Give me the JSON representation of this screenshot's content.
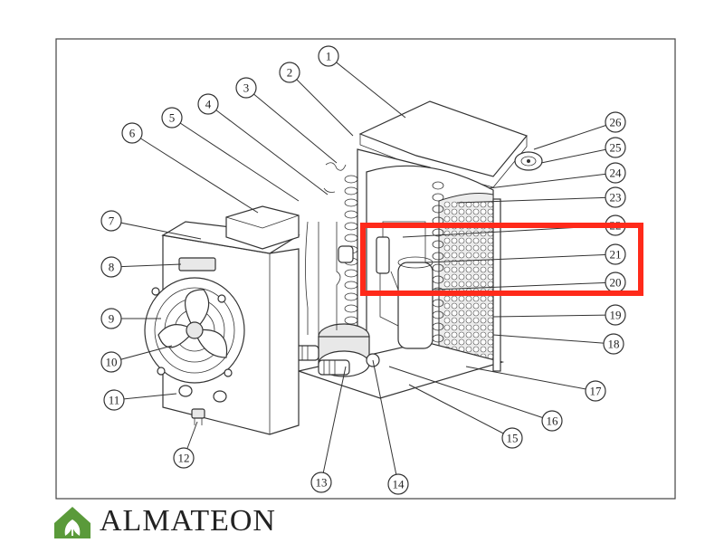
{
  "callouts": [
    {
      "label": "1"
    },
    {
      "label": "2"
    },
    {
      "label": "3"
    },
    {
      "label": "4"
    },
    {
      "label": "5"
    },
    {
      "label": "6"
    },
    {
      "label": "7"
    },
    {
      "label": "8"
    },
    {
      "label": "9"
    },
    {
      "label": "10"
    },
    {
      "label": "11"
    },
    {
      "label": "12"
    },
    {
      "label": "13"
    },
    {
      "label": "14"
    },
    {
      "label": "15"
    },
    {
      "label": "16"
    },
    {
      "label": "17"
    },
    {
      "label": "18"
    },
    {
      "label": "19"
    },
    {
      "label": "20"
    },
    {
      "label": "21"
    },
    {
      "label": "22"
    },
    {
      "label": "23"
    },
    {
      "label": "24"
    },
    {
      "label": "25"
    },
    {
      "label": "26"
    }
  ],
  "highlight": {
    "color": "#ff2a1a"
  },
  "brand": {
    "name": "ALMATEON",
    "color": "#5a9a3a"
  }
}
